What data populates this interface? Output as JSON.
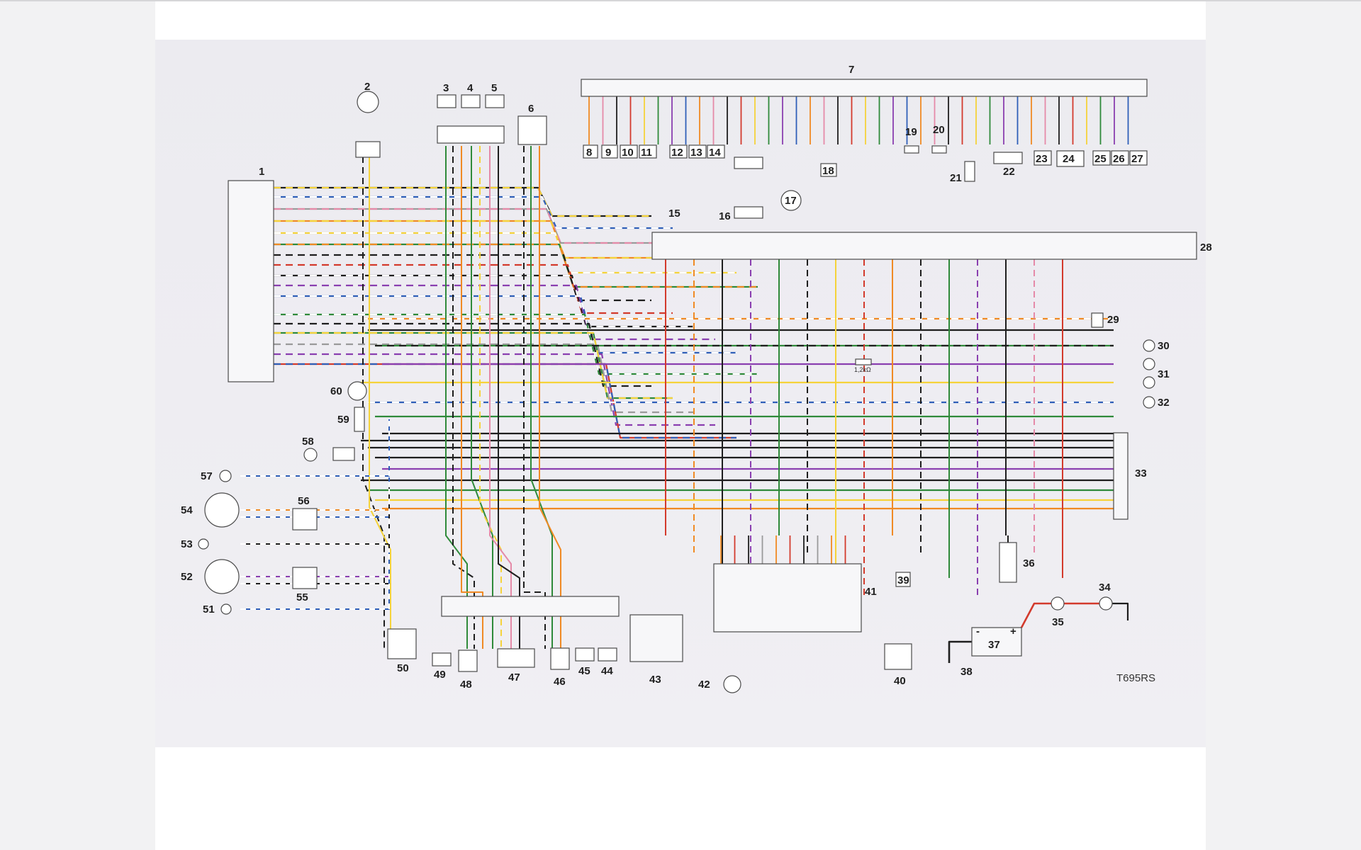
{
  "diagram": {
    "model_label": "T695RS",
    "resistor_label": "1,2kΩ",
    "components": [
      "1",
      "2",
      "3",
      "4",
      "5",
      "6",
      "7",
      "8",
      "9",
      "10",
      "11",
      "12",
      "13",
      "14",
      "15",
      "16",
      "17",
      "18",
      "19",
      "20",
      "21",
      "22",
      "23",
      "24",
      "25",
      "26",
      "27",
      "28",
      "29",
      "30",
      "31",
      "32",
      "33",
      "34",
      "35",
      "36",
      "37",
      "38",
      "39",
      "40",
      "41",
      "42",
      "43",
      "44",
      "45",
      "46",
      "47",
      "48",
      "49",
      "50",
      "51",
      "52",
      "53",
      "54",
      "55",
      "56",
      "57",
      "58",
      "59",
      "60"
    ],
    "battery_polarity": [
      "-",
      "+"
    ],
    "wire_colors": {
      "black": "#1e1e1e",
      "red": "#d33a2c",
      "orange": "#f08a24",
      "yellow": "#f5d33a",
      "green": "#2f8a3a",
      "blue": "#2f5fb8",
      "purple": "#8a3fb0",
      "pink": "#e58aa8",
      "grey": "#9a9a9a",
      "white": "#ffffff",
      "brown": "#8a5a2b"
    }
  }
}
